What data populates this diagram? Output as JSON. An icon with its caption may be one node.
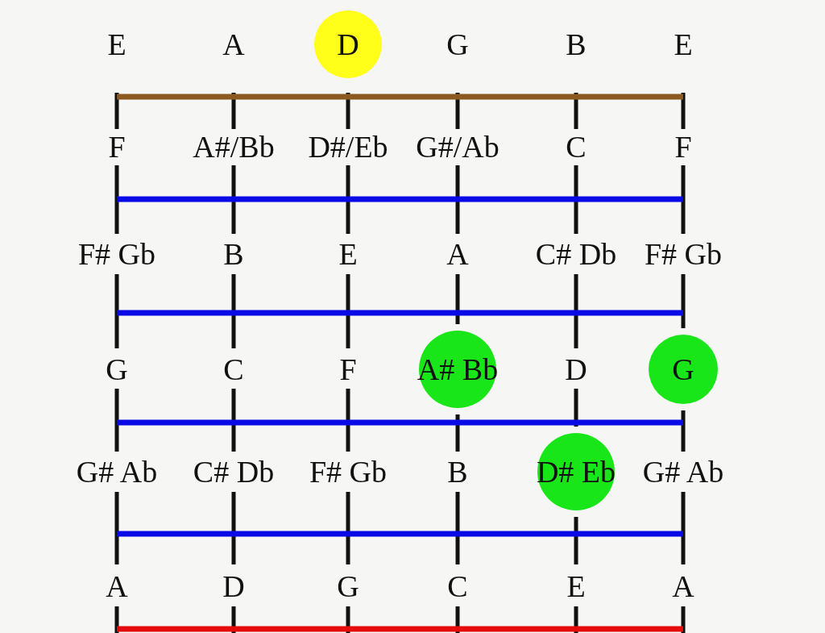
{
  "diagram": {
    "nodes": [
      {
        "text": [
          "D"
        ]
      },
      {
        "text": [
          "A# Bb"
        ]
      },
      {
        "text": [
          "G"
        ]
      },
      {
        "text": [
          "D# Eb"
        ]
      }
    ],
    "labels": [
      "E",
      "A",
      "G",
      "B",
      "E",
      "F",
      "A#/Bb",
      "D#/Eb",
      "G#/Ab",
      "C",
      "F",
      "F# Gb",
      "B",
      "E",
      "A",
      "C# Db",
      "F# Gb",
      "G",
      "C",
      "F",
      "D",
      "G# Ab",
      "C# Db",
      "F# Gb",
      "B",
      "G# Ab",
      "A",
      "D",
      "G",
      "C",
      "E",
      "A"
    ]
  }
}
